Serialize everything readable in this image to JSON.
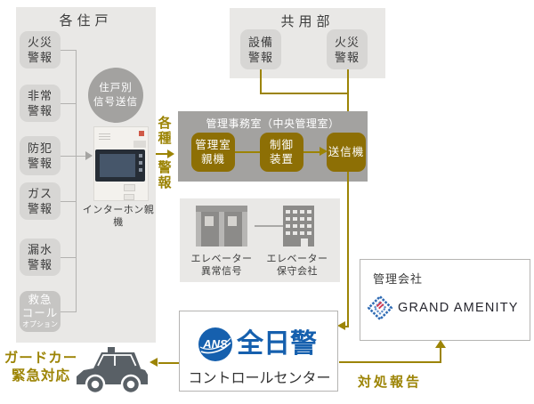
{
  "colors": {
    "accent_gold": "#9c8405",
    "gold_box": "#8d6f05",
    "ans_blue": "#1660ae",
    "logo_blue": "#2f6bb4",
    "logo_red": "#d43a52",
    "panel_gray": "#e9e8e6",
    "alarm_box_gray": "#d7d6d4",
    "office_gray": "#a3a2a0",
    "dark_text": "#3b3b3b"
  },
  "residence": {
    "title": "各住戸",
    "alarms": [
      {
        "label": "火災\n警報"
      },
      {
        "label": "非常\n警報"
      },
      {
        "label": "防犯\n警報"
      },
      {
        "label": "ガス\n警報"
      },
      {
        "label": "漏水\n警報"
      }
    ],
    "emergency_call": {
      "label": "救急\nコール",
      "note": "オプション"
    },
    "signal_circle_label": "住戸別\n信号送信",
    "intercom_label": "インターホン親機"
  },
  "common_area": {
    "title": "共用部",
    "alarms": [
      {
        "label": "設備\n警報"
      },
      {
        "label": "火災\n警報"
      }
    ]
  },
  "various_alarms": {
    "top": "各種",
    "bottom": "警報"
  },
  "management_office": {
    "title": "管理事務室（中央管理室）",
    "units": [
      {
        "label": "管理室\n親機"
      },
      {
        "label": "制御\n装置"
      },
      {
        "label": "送信機"
      }
    ]
  },
  "elevator": {
    "signal_label": "エレベーター\n異常信号",
    "company_label": "エレベーター\n保守会社"
  },
  "management_company": {
    "title": "管理会社",
    "name": "GRAND AMENITY"
  },
  "control_center": {
    "badge": "ANS",
    "brand": "全日警",
    "label": "コントロールセンター"
  },
  "guard_car": {
    "label": "ガードカー\n緊急対応"
  },
  "report_label": "対処報告"
}
